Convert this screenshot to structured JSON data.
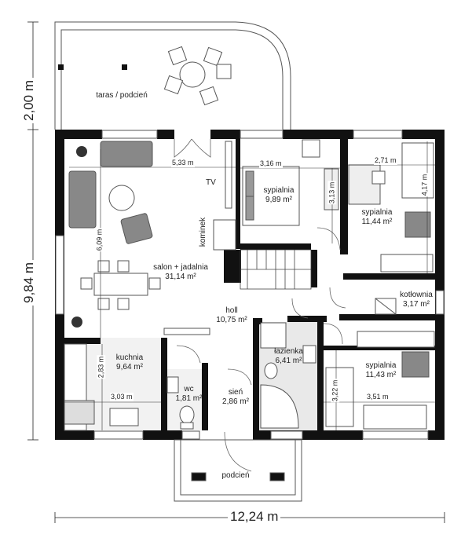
{
  "overall_dims": {
    "width": "12,24 m",
    "depth": "9,84 m",
    "terrace_depth": "2,00 m"
  },
  "rooms": {
    "taras": {
      "name": "taras / podcień"
    },
    "salon": {
      "name": "salon + jadalnia",
      "area": "31,14 m²"
    },
    "sypialnia1": {
      "name": "sypialnia",
      "area": "9,89 m²"
    },
    "sypialnia2": {
      "name": "sypialnia",
      "area": "11,44 m²"
    },
    "kotlownia": {
      "name": "kotłownia",
      "area": "3,17 m²"
    },
    "holl": {
      "name": "holl",
      "area": "10,75 m²"
    },
    "lazienka": {
      "name": "łazienka",
      "area": "6,41 m²"
    },
    "sypialnia3": {
      "name": "sypialnia",
      "area": "11,43 m²"
    },
    "kuchnia": {
      "name": "kuchnia",
      "area": "9,64 m²"
    },
    "wc": {
      "name": "wc",
      "area": "1,81 m²"
    },
    "sien": {
      "name": "sień",
      "area": "2,86 m²"
    },
    "podcien": {
      "name": "podcień"
    }
  },
  "labels": {
    "tv": "TV",
    "kominek": "kominek"
  },
  "dims": {
    "salon_w": "5,33 m",
    "salon_h": "6,09 m",
    "syp1_w": "3,16 m",
    "syp1_h": "3,13 m",
    "syp2_w": "2,71 m",
    "syp2_h": "4,17 m",
    "kuchnia_w": "3,03 m",
    "kuchnia_h": "2,83 m",
    "syp3_w": "3,51 m",
    "syp3_h": "3,22 m"
  }
}
